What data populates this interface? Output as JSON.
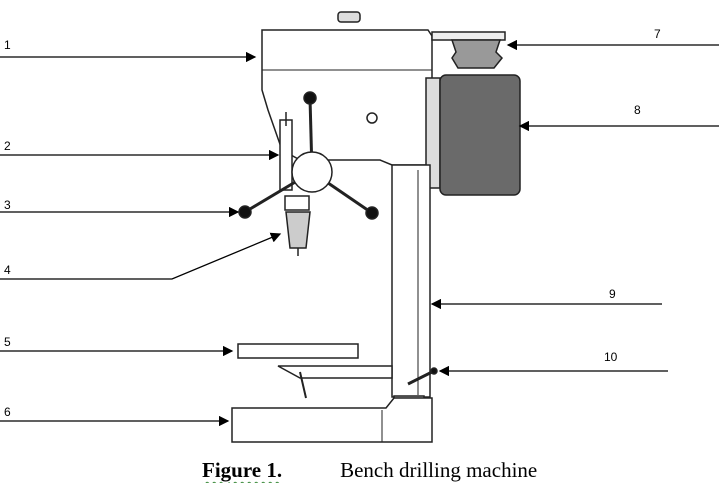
{
  "figure": {
    "caption_label": "Figure 1.",
    "caption_title": "Bench drilling machine",
    "callouts": [
      "1",
      "2",
      "3",
      "4",
      "5",
      "6",
      "7",
      "8",
      "9",
      "10"
    ]
  }
}
